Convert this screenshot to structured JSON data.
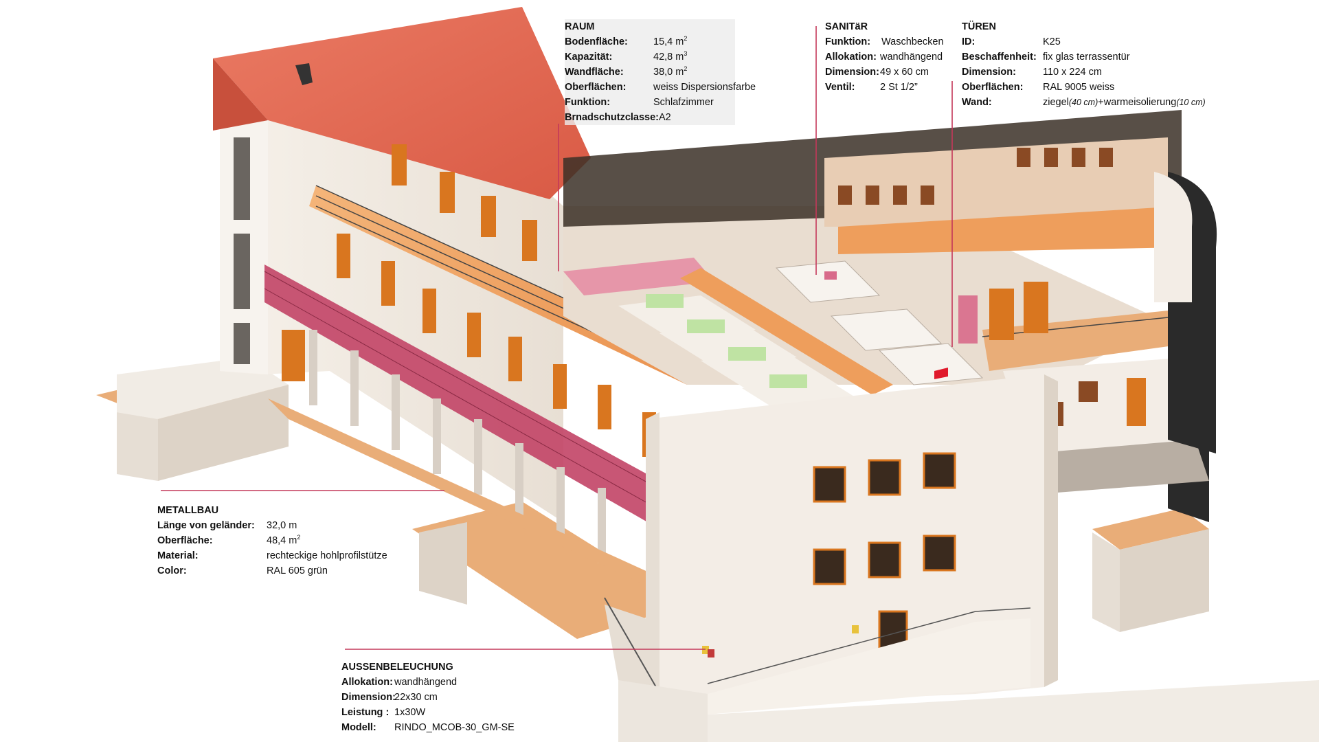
{
  "colors": {
    "leader": "#c4385a",
    "roof": "#e06a55",
    "wall": "#f3ede6",
    "floor": "#ee9e5c",
    "door": "#d9761f",
    "highlight_room": "#e58aa2",
    "railing_panel": "#c24466",
    "bed": "#bfe3a3",
    "shadow": "#2a2a2a"
  },
  "panels": {
    "raum": {
      "title": "RAUM",
      "rows": [
        {
          "key": "Bodenfläche:",
          "value": "15,4 m",
          "sup": "2"
        },
        {
          "key": "Kapazität:",
          "value": "42,8 m",
          "sup": "3"
        },
        {
          "key": "Wandfläche:",
          "value": "38,0 m",
          "sup": "2"
        },
        {
          "key": "Oberflächen:",
          "value": "weiss Dispersionsfarbe"
        },
        {
          "key": "Funktion:",
          "value": "Schlafzimmer"
        },
        {
          "key": "Brnadschutzclasse:",
          "value": "A2"
        }
      ]
    },
    "sanitar": {
      "title": "SANITäR",
      "rows": [
        {
          "key": "Funktion:",
          "value": "Waschbecken"
        },
        {
          "key": "Allokation:",
          "value": "wandhängend"
        },
        {
          "key": "Dimension:",
          "value": "49 x 60 cm"
        },
        {
          "key": "Ventil:",
          "value": "2 St 1/2”"
        }
      ]
    },
    "turen": {
      "title": "TÜREN",
      "rows": [
        {
          "key": "ID:",
          "value": "K25"
        },
        {
          "key": "Beschaffenheit:",
          "value": "fix glas terrassentür"
        },
        {
          "key": "Dimension:",
          "value": "110 x 224 cm"
        },
        {
          "key": "Oberflächen:",
          "value": "RAL 9005 weiss"
        },
        {
          "key": "Wand:",
          "value": "ziegel",
          "note1": "(40 cm)",
          "value2": "+warmeisolierung",
          "note2": "(10 cm)"
        }
      ]
    },
    "metallbau": {
      "title": "METALLBAU",
      "rows": [
        {
          "key": "Länge von geländer:",
          "value": "32,0 m"
        },
        {
          "key": "Oberfläche:",
          "value": "48,4 m",
          "sup": "2"
        },
        {
          "key": "Material:",
          "value": "rechteckige hohlprofilstütze"
        },
        {
          "key": "Color:",
          "value": "RAL 605 grün"
        }
      ]
    },
    "aussen": {
      "title": "AUSSENBELEUCHUNG",
      "rows": [
        {
          "key": "Allokation:",
          "value": "wandhängend"
        },
        {
          "key": "Dimension:",
          "value": "22x30 cm"
        },
        {
          "key": "Leistung :",
          "value": "1x30W"
        },
        {
          "key": "Modell:",
          "value": "RINDO_MCOB-30_GM-SE"
        }
      ]
    }
  }
}
